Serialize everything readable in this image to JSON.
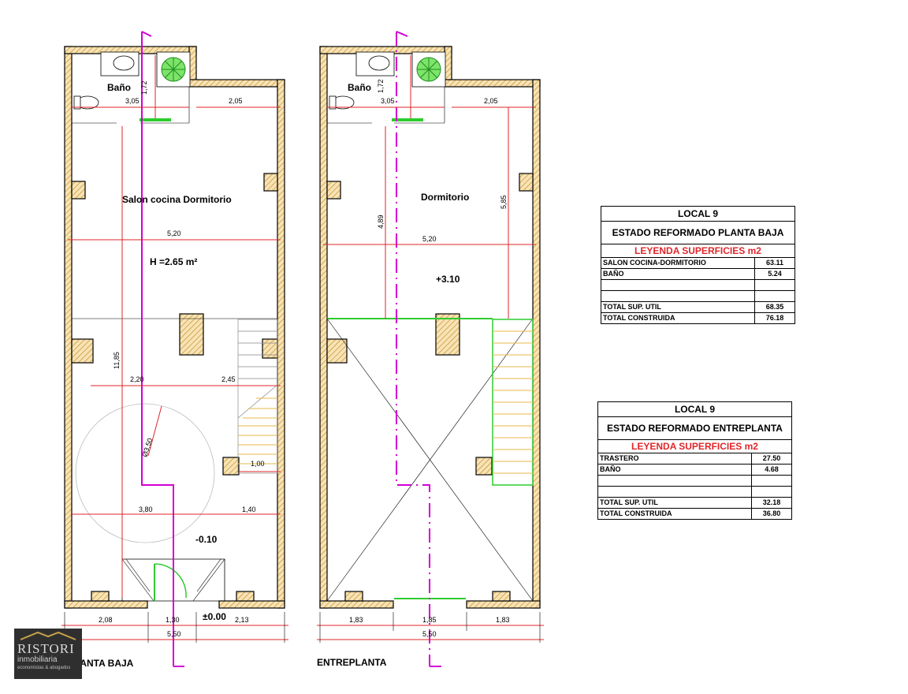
{
  "plans": {
    "ground": {
      "caption": "PLANTA BAJA",
      "rooms": {
        "bath": "Baño",
        "main": "Salon cocina Dormitorio"
      },
      "height_label": "H =2.65 m²",
      "level_inner": "-0.10",
      "level_entry": "±0.00",
      "dims": {
        "d172": "1,72",
        "d305": "3,05",
        "d205": "2,05",
        "d520": "5,20",
        "d1185": "11,85",
        "d220": "2,20",
        "d245": "2,45",
        "d350": "Ø3,50",
        "d100": "1,00",
        "d380": "3,80",
        "d140": "1,40",
        "d208": "2,08",
        "d130": "1,30",
        "d213": "2,13",
        "d550": "5,50"
      }
    },
    "mezz": {
      "caption": "ENTREPLANTA",
      "rooms": {
        "bath": "Baño",
        "main": "Dormitorio"
      },
      "level": "+3.10",
      "dims": {
        "d172": "1,72",
        "d305": "3,05",
        "d205": "2,05",
        "d520": "5,20",
        "d489": "4,89",
        "d585": "5,85",
        "d183a": "1,83",
        "d185": "1,85",
        "d183b": "1,83",
        "d550": "5,50"
      }
    }
  },
  "tables": {
    "ground": {
      "title": "LOCAL 9",
      "subtitle": "ESTADO  REFORMADO PLANTA BAJA",
      "legend": "LEYENDA SUPERFICIES m2",
      "rows": [
        {
          "label": "SALON COCINA-DORMITORIO",
          "value": "63.11"
        },
        {
          "label": "BAÑO",
          "value": "5.24"
        },
        {
          "label": "",
          "value": ""
        },
        {
          "label": "",
          "value": ""
        },
        {
          "label": "TOTAL SUP. UTIL",
          "value": "68.35"
        },
        {
          "label": "TOTAL CONSTRUIDA",
          "value": "76.18"
        }
      ]
    },
    "mezz": {
      "title": "LOCAL 9",
      "subtitle": "ESTADO REFORMADO ENTREPLANTA",
      "legend": "LEYENDA SUPERFICIES m2",
      "rows": [
        {
          "label": "TRASTERO",
          "value": "27.50"
        },
        {
          "label": "BAÑO",
          "value": "4.68"
        },
        {
          "label": "",
          "value": ""
        },
        {
          "label": "",
          "value": ""
        },
        {
          "label": "TOTAL SUP. UTIL",
          "value": "32.18"
        },
        {
          "label": "TOTAL CONSTRUIDA",
          "value": "36.80"
        }
      ]
    }
  },
  "logo": {
    "brand": "RISTORI",
    "sub": "inmobiliaria",
    "small": "economistas & abogados"
  },
  "colors": {
    "wall_hatch": "#e8c27a",
    "dimension": "#e0262a",
    "section_line": "#d400d4",
    "glazing": "#2ecc2e",
    "stair": "#e6b84a"
  }
}
